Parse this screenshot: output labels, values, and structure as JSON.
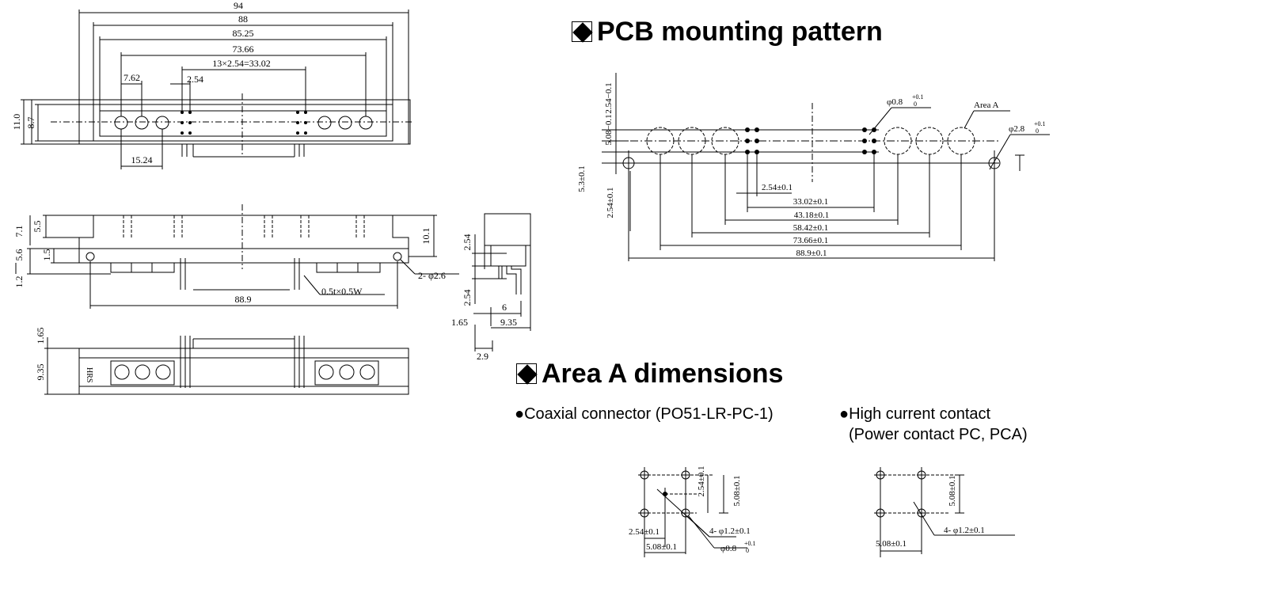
{
  "headings": {
    "pcb_pattern": "PCB mounting pattern",
    "area_a": "Area A dimensions"
  },
  "notes": {
    "coaxial": "●Coaxial connector (PO51-LR-PC-1)",
    "high_current_line1": "●High current contact",
    "high_current_line2": "(Power contact PC, PCA)"
  },
  "top_view": {
    "d94": "94",
    "d88": "88",
    "d85_25": "85.25",
    "d73_66": "73.66",
    "d13x": "13×2.54=33.02",
    "d7_62": "7.62",
    "d2_54": "2.54",
    "d11_0": "11.0",
    "d8_7": "8.7",
    "d15_24": "15.24"
  },
  "side_view": {
    "d5_5": "5.5",
    "d7_1": "7.1",
    "d5_6": "5.6",
    "d1_5": "1.5",
    "d1_2": "1.2",
    "d10_1": "10.1",
    "d88_9": "88.9",
    "hole": "2- φ2.6",
    "pin": "0.5t×0.5W"
  },
  "end_view": {
    "d2_54a": "2.54",
    "d2_54b": "2.54",
    "d6": "6",
    "d1_65": "1.65",
    "d9_35": "9.35",
    "d2_9": "2.9"
  },
  "bottom_view": {
    "d1_65": "1.65",
    "d9_35": "9.35",
    "mark": "HRS"
  },
  "pcb": {
    "v2_54": "2.54−0.1",
    "v5_08": "5.08−0.1",
    "v5_3": "5.3±0.1",
    "v2_54b": "2.54±0.1",
    "h2_54": "2.54±0.1",
    "h33_02": "33.02±0.1",
    "h43_18": "43.18±0.1",
    "h58_42": "58.42±0.1",
    "h73_66": "73.66±0.1",
    "h88_9": "88.9±0.1",
    "phi08": "φ0.8",
    "phi08_tol": "+0.1",
    "phi08_tol0": "0",
    "phi28": "φ2.8",
    "phi28_tol": "+0.1",
    "phi28_tol0": "0",
    "area_a": "Area A"
  },
  "coax": {
    "v2_54": "2.54±0.1",
    "v5_08": "5.08±0.1",
    "h2_54": "2.54±0.1",
    "h5_08": "5.08±0.1",
    "holes": "4- φ1.2±0.1",
    "phi08": "φ0.8",
    "phi08_tol": "+0.1",
    "phi08_tol0": "0"
  },
  "hc": {
    "v5_08": "5.08±0.1",
    "h5_08": "5.08±0.1",
    "holes": "4- φ1.2±0.1"
  }
}
